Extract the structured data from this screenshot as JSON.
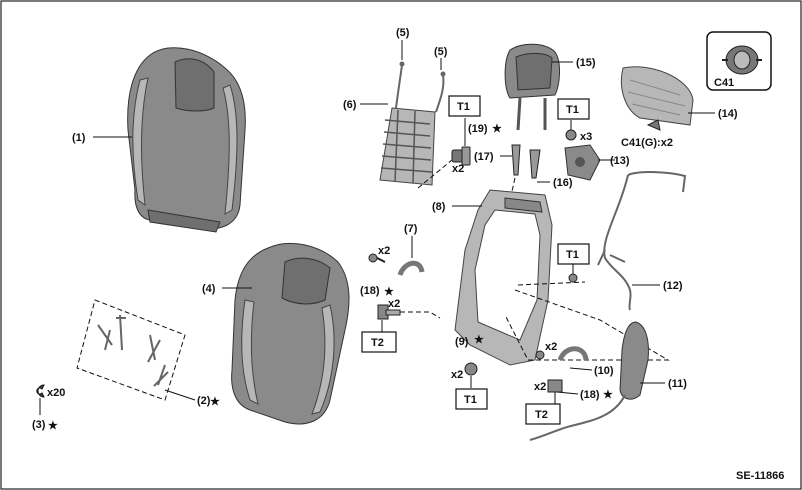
{
  "figure_id": "SE-11866",
  "callouts": {
    "c1": "(1)",
    "c2": "(2)",
    "c3": "(3)",
    "c4": "(4)",
    "c5a": "(5)",
    "c5b": "(5)",
    "c6": "(6)",
    "c7": "(7)",
    "c8": "(8)",
    "c9": "(9)",
    "c10": "(10)",
    "c11": "(11)",
    "c12": "(12)",
    "c13": "(13)",
    "c14": "(14)",
    "c15": "(15)",
    "c16": "(16)",
    "c17": "(17)",
    "c18a": "(18)",
    "c18b": "(18)",
    "c19": "(19)"
  },
  "quantities": {
    "q_x20": "x20",
    "q_x2_19": "x2",
    "q_x3": "x3",
    "q_x2_7": "x2",
    "q_x2_18": "x2",
    "q_x2_9": "x2",
    "q_x2_10": "x2",
    "q_x2_18b": "x2",
    "q_c41": "C41(G):x2"
  },
  "torque_labels": {
    "t1a": "T1",
    "t1b": "T1",
    "t1c": "T1",
    "t1d": "T1",
    "t2a": "T2",
    "t2b": "T2"
  },
  "star": "★",
  "inset": {
    "label": "C41"
  }
}
